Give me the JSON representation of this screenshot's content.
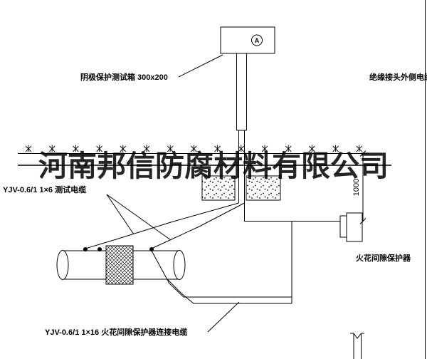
{
  "watermark": {
    "text": "河南邦信防腐材料有限公司"
  },
  "labels": {
    "test_box": "阴极保护测试箱 300x200",
    "outer_cable": "绝缘接头外侧电缆",
    "test_cable": "YJV-0.6/1 1×6  测试电缆",
    "spark_protector": "火花间隙保护器",
    "spark_cable": "YJV-0.6/1 1×16  火花间隙保护器连接电缆",
    "dimension": "1000",
    "meter_symbol": "A"
  },
  "colors": {
    "line": "#000000",
    "background": "#ffffff",
    "watermark": "#1a1a1a"
  }
}
